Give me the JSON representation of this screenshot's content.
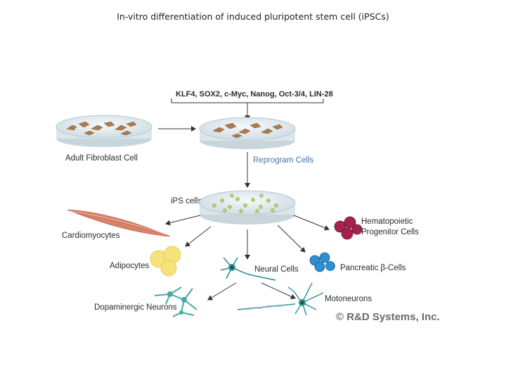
{
  "title": "In-vitro differentiation of induced pluripotent stem cell (iPSCs)",
  "factors": "KLF4, SOX2, c-Myc, Nanog, Oct-3/4, LIN-28",
  "labels": {
    "adult_fibroblast": "Adult Fibroblast Cell",
    "reprogram": "Reprogram Cells",
    "ips": "iPS cells",
    "cardiomyocytes": "Cardiomyocytes",
    "hematopoietic_1": "Hematopoietic",
    "hematopoietic_2": "Progenitor Cells",
    "adipocytes": "Adipocytes",
    "neural": "Neural Cells",
    "pancreatic": "Pancreatic β-Cells",
    "dopaminergic": "Dopaminergic Neurons",
    "motoneurons": "Motoneurons"
  },
  "copyright": "© R&D Systems, Inc.",
  "colors": {
    "dish": "#e4eef2",
    "fibroblast": "#b07a4a",
    "ips_colony": "#b9cf6a",
    "cardio": "#d9826a",
    "hematopoietic": "#a3234e",
    "adipocyte": "#f6e27a",
    "pancreatic": "#2f8fd0",
    "neuron": "#2f8f90",
    "label_blue": "#4a6fa1"
  }
}
